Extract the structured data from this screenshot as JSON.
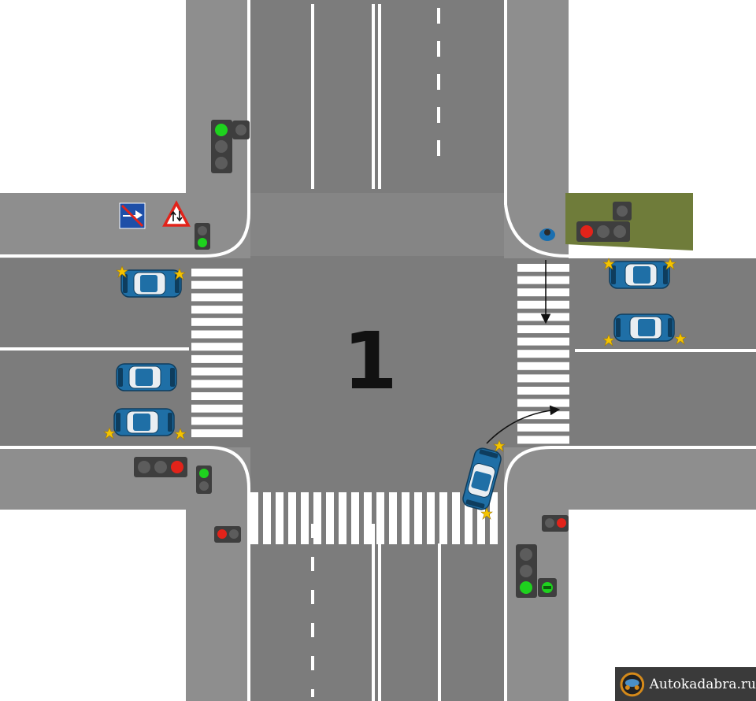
{
  "scene": {
    "intersection_number": "1",
    "colors": {
      "asphalt": "#7c7c7c",
      "sidewalk": "#8e8e8e",
      "grass": "#6f7c3a",
      "marking": "#ffffff",
      "car_body": "#1f6fa6",
      "light_green": "#1ed21e",
      "light_red": "#e2231a",
      "light_off": "#5c5c5c",
      "housing": "#3e3e3e",
      "flasher": "#f5c400"
    },
    "signs": [
      {
        "name": "no-entry-side-road-sign",
        "meaning": "one-way road ends / exit"
      },
      {
        "name": "two-way-traffic-warning-sign",
        "meaning": "two-way traffic"
      }
    ],
    "cars": [
      {
        "id": "car-west-1",
        "flashing": true
      },
      {
        "id": "car-west-2",
        "flashing": false
      },
      {
        "id": "car-west-3",
        "flashing": true
      },
      {
        "id": "car-east-1",
        "flashing": true
      },
      {
        "id": "car-east-2",
        "flashing": true
      },
      {
        "id": "car-south-turning",
        "flashing": true
      }
    ],
    "traffic_lights": [
      {
        "id": "tl-nw-main",
        "state": "green"
      },
      {
        "id": "tl-nw-ped",
        "state": "green"
      },
      {
        "id": "tl-sw-main",
        "state": "red"
      },
      {
        "id": "tl-sw-ped",
        "state": "green"
      },
      {
        "id": "tl-sw-ped2",
        "state": "red"
      },
      {
        "id": "tl-ne-main",
        "state": "red"
      },
      {
        "id": "tl-se-ped",
        "state": "red"
      },
      {
        "id": "tl-se-main",
        "state": "green"
      }
    ]
  },
  "watermark": {
    "text": "Autokadabra.ru"
  }
}
